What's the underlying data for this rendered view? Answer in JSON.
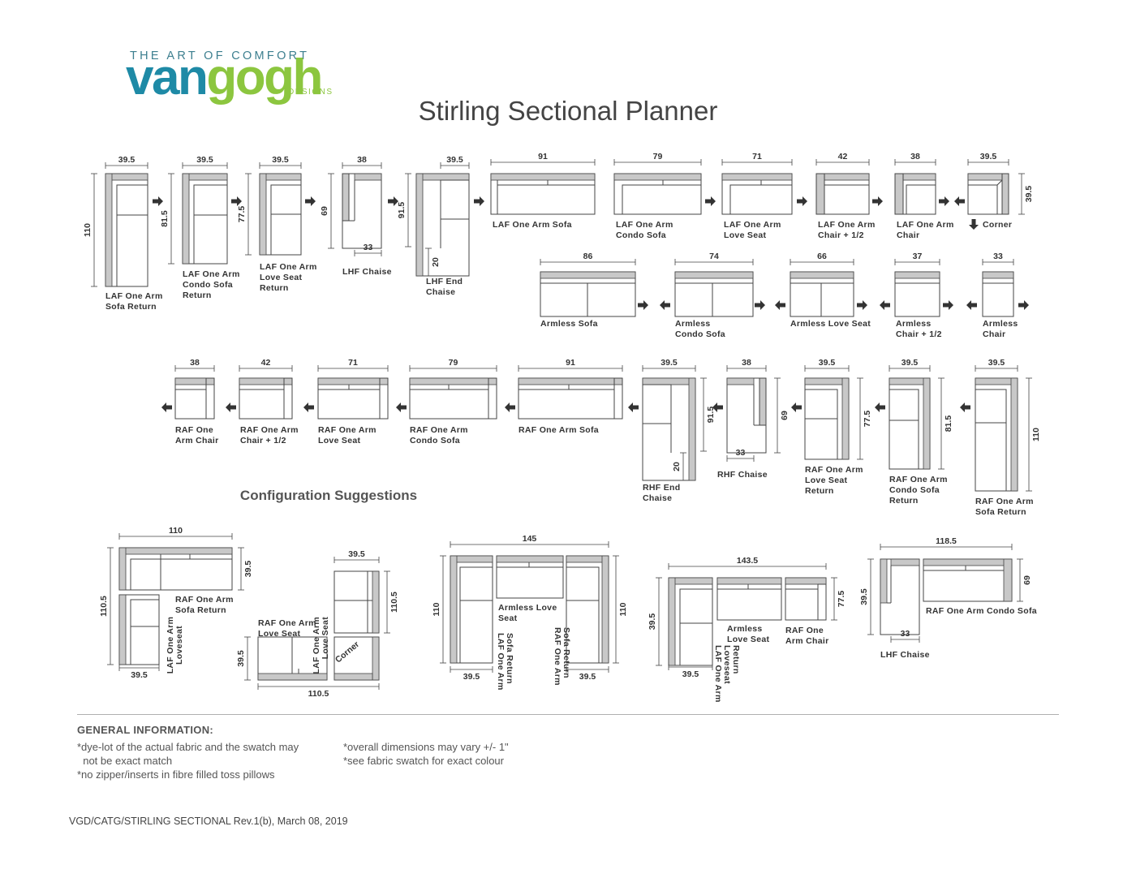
{
  "brand": {
    "tagline": "THE ART OF COMFORT",
    "name_part1": "van",
    "name_part2": "gogh",
    "sub": "DESIGNS",
    "colors": {
      "van": "#1e8aa6",
      "gogh": "#8cc63f"
    }
  },
  "title": "Stirling Sectional Planner",
  "pieces": [
    {
      "key": "laf_sofa_return",
      "label": [
        "LAF One Arm",
        "Sofa Return"
      ],
      "dims": [
        "39.5",
        "110"
      ]
    },
    {
      "key": "laf_condo_return",
      "label": [
        "LAF One Arm",
        "Condo Sofa",
        "Return"
      ],
      "dims": [
        "39.5",
        "81.5"
      ]
    },
    {
      "key": "laf_love_return",
      "label": [
        "LAF One Arm",
        "Love Seat",
        "Return"
      ],
      "dims": [
        "39.5",
        "77.5"
      ]
    },
    {
      "key": "lhf_chaise",
      "label": [
        "LHF Chaise"
      ],
      "dims": [
        "38",
        "69",
        "33"
      ]
    },
    {
      "key": "lhf_end_chaise",
      "label": [
        "LHF End",
        "Chaise"
      ],
      "dims": [
        "39.5",
        "91.5",
        "20"
      ]
    },
    {
      "key": "laf_sofa",
      "label": [
        "LAF One Arm Sofa"
      ],
      "dims": [
        "91"
      ]
    },
    {
      "key": "laf_condo",
      "label": [
        "LAF One Arm",
        "Condo Sofa"
      ],
      "dims": [
        "79"
      ]
    },
    {
      "key": "laf_love",
      "label": [
        "LAF One Arm",
        "Love Seat"
      ],
      "dims": [
        "71"
      ]
    },
    {
      "key": "laf_chair_half",
      "label": [
        "LAF One Arm",
        "Chair + 1/2"
      ],
      "dims": [
        "42"
      ]
    },
    {
      "key": "laf_chair",
      "label": [
        "LAF One Arm",
        "Chair"
      ],
      "dims": [
        "38"
      ]
    },
    {
      "key": "corner",
      "label": [
        "Corner"
      ],
      "dims": [
        "39.5",
        "39.5"
      ]
    },
    {
      "key": "armless_sofa",
      "label": [
        "Armless Sofa"
      ],
      "dims": [
        "86"
      ]
    },
    {
      "key": "armless_condo",
      "label": [
        "Armless",
        "Condo Sofa"
      ],
      "dims": [
        "74"
      ]
    },
    {
      "key": "armless_love",
      "label": [
        "Armless Love Seat"
      ],
      "dims": [
        "66"
      ]
    },
    {
      "key": "armless_chair_half",
      "label": [
        "Armless",
        "Chair + 1/2"
      ],
      "dims": [
        "37"
      ]
    },
    {
      "key": "armless_chair",
      "label": [
        "Armless",
        "Chair"
      ],
      "dims": [
        "33"
      ]
    },
    {
      "key": "raf_chair",
      "label": [
        "RAF One",
        "Arm Chair"
      ],
      "dims": [
        "38"
      ]
    },
    {
      "key": "raf_chair_half",
      "label": [
        "RAF One Arm",
        "Chair + 1/2"
      ],
      "dims": [
        "42"
      ]
    },
    {
      "key": "raf_love",
      "label": [
        "RAF One Arm",
        "Love Seat"
      ],
      "dims": [
        "71"
      ]
    },
    {
      "key": "raf_condo",
      "label": [
        "RAF One Arm",
        "Condo Sofa"
      ],
      "dims": [
        "79"
      ]
    },
    {
      "key": "raf_sofa",
      "label": [
        "RAF One Arm Sofa"
      ],
      "dims": [
        "91"
      ]
    },
    {
      "key": "rhf_end_chaise",
      "label": [
        "RHF End",
        "Chaise"
      ],
      "dims": [
        "39.5",
        "91.5",
        "20"
      ]
    },
    {
      "key": "rhf_chaise",
      "label": [
        "RHF Chaise"
      ],
      "dims": [
        "38",
        "69",
        "33"
      ]
    },
    {
      "key": "raf_love_return",
      "label": [
        "RAF One Arm",
        "Love Seat",
        "Return"
      ],
      "dims": [
        "39.5",
        "77.5"
      ]
    },
    {
      "key": "raf_condo_return",
      "label": [
        "RAF One Arm",
        "Condo Sofa",
        "Return"
      ],
      "dims": [
        "39.5",
        "81.5"
      ]
    },
    {
      "key": "raf_sofa_return",
      "label": [
        "RAF One Arm",
        "Sofa Return"
      ],
      "dims": [
        "39.5",
        "110"
      ]
    }
  ],
  "config_title": "Configuration Suggestions",
  "configs": [
    {
      "key": "c1",
      "dims": [
        "110",
        "39.5",
        "110.5",
        "39.5"
      ],
      "labels": [
        [
          "RAF One Arm",
          "Sofa Return"
        ],
        [
          "LAF One Arm",
          "Loveseat"
        ]
      ]
    },
    {
      "key": "c2",
      "dims": [
        "39.5",
        "110.5",
        "39.5",
        "110.5"
      ],
      "labels": [
        [
          "LAF One Arm",
          "Love Seat"
        ],
        [
          "RAF One Arm",
          "Love Seat"
        ],
        [
          "Corner"
        ]
      ]
    },
    {
      "key": "c3",
      "dims": [
        "145",
        "110",
        "110",
        "39.5",
        "39.5"
      ],
      "labels": [
        [
          "Armless Love",
          "Seat"
        ],
        [
          "LAF One Arm",
          "Sofa Return"
        ],
        [
          "RAF One Arm",
          "Sofa Return"
        ]
      ]
    },
    {
      "key": "c4",
      "dims": [
        "143.5",
        "77.5",
        "39.5",
        "39.5"
      ],
      "labels": [
        [
          "Armless",
          "Love Seat"
        ],
        [
          "RAF One",
          "Arm Chair"
        ],
        [
          "LAF One Arm",
          "Loveseat",
          "Return"
        ]
      ]
    },
    {
      "key": "c5",
      "dims": [
        "118.5",
        "69",
        "39.5",
        "33"
      ],
      "labels": [
        [
          "RAF One Arm Condo Sofa"
        ],
        [
          "LHF Chaise"
        ]
      ]
    }
  ],
  "general": {
    "title": "GENERAL INFORMATION:",
    "left_notes": "*dye-lot of the actual fabric and the swatch may\n  not be exact match\n*no zipper/inserts in fibre filled toss pillows",
    "right_notes": "*overall dimensions may vary +/- 1\"\n*see fabric swatch for exact colour"
  },
  "reference": "VGD/CATG/STIRLING SECTIONAL Rev.1(b), March 08, 2019",
  "colors": {
    "line": "#444444",
    "band": "#c8c8c8",
    "text": "#333333"
  }
}
